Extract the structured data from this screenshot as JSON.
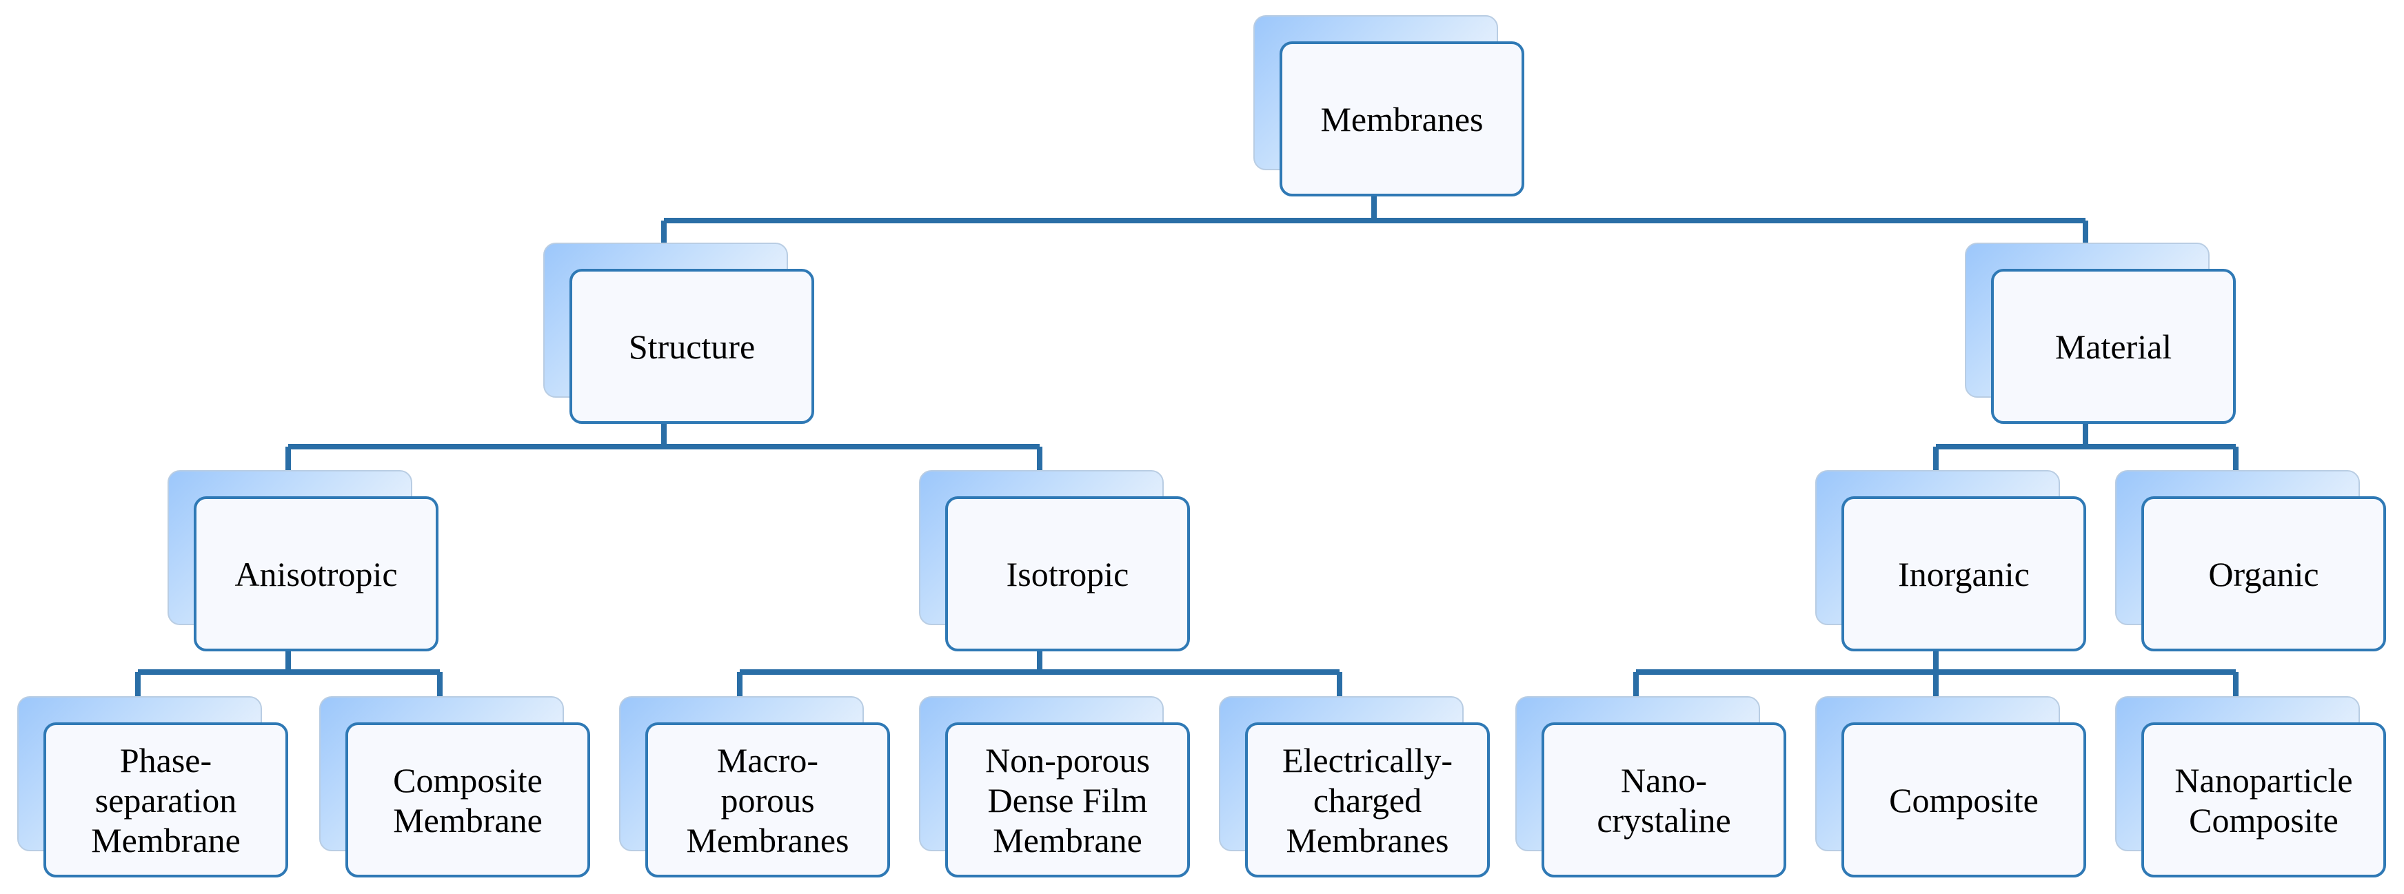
{
  "diagram": {
    "root": {
      "label": "Membranes"
    },
    "structure": {
      "label": "Structure"
    },
    "material": {
      "label": "Material"
    },
    "anisotropic": {
      "label": "Anisotropic"
    },
    "isotropic": {
      "label": "Isotropic"
    },
    "inorganic": {
      "label": "Inorganic"
    },
    "organic": {
      "label": "Organic"
    },
    "phase_separation": {
      "label": "Phase-\nseparation\nMembrane"
    },
    "composite_membrane": {
      "label": "Composite\nMembrane"
    },
    "macroporous": {
      "label": "Macro-\nporous\nMembranes"
    },
    "nonporous_dense": {
      "label": "Non-porous\nDense Film\nMembrane"
    },
    "electrically_charged": {
      "label": "Electrically-\ncharged\nMembranes"
    },
    "nanocrystaline": {
      "label": "Nano-\ncrystaline"
    },
    "composite": {
      "label": "Composite"
    },
    "nanoparticle_composite": {
      "label": "Nanoparticle\nComposite"
    },
    "edges": [
      [
        "root",
        "structure"
      ],
      [
        "root",
        "material"
      ],
      [
        "structure",
        "anisotropic"
      ],
      [
        "structure",
        "isotropic"
      ],
      [
        "material",
        "inorganic"
      ],
      [
        "material",
        "organic"
      ],
      [
        "anisotropic",
        "phase_separation"
      ],
      [
        "anisotropic",
        "composite_membrane"
      ],
      [
        "isotropic",
        "macroporous"
      ],
      [
        "isotropic",
        "nonporous_dense"
      ],
      [
        "isotropic",
        "electrically_charged"
      ],
      [
        "inorganic",
        "nanocrystaline"
      ],
      [
        "inorganic",
        "composite"
      ],
      [
        "inorganic",
        "nanoparticle_composite"
      ]
    ]
  }
}
